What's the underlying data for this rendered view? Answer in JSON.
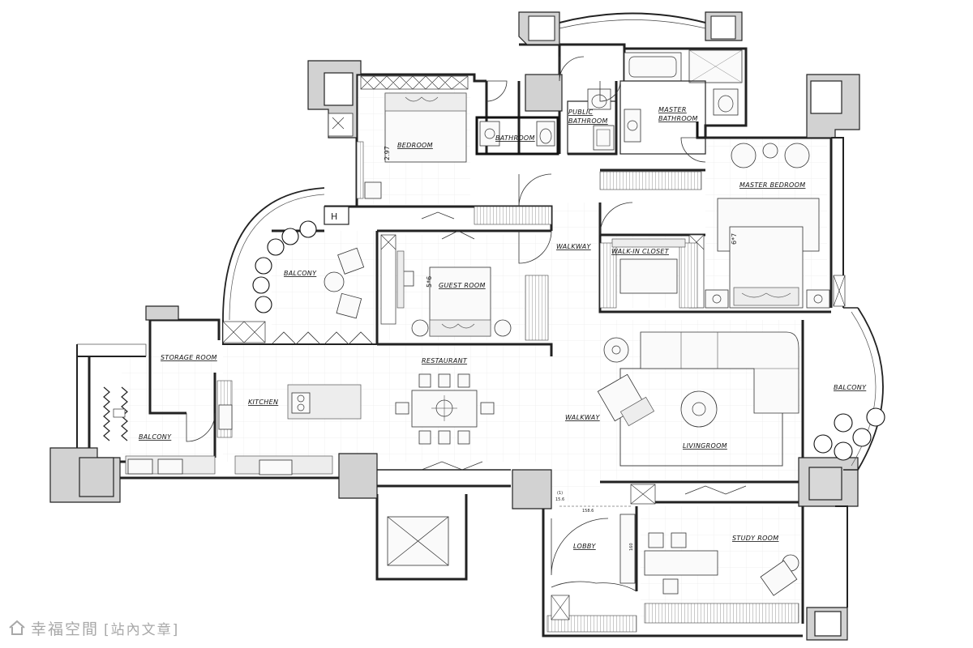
{
  "rooms": {
    "bedroom": "BEDROOM",
    "bathroom": "BATHROOM",
    "public_bathroom": [
      "PUBLIC",
      "BATHROOM"
    ],
    "master_bathroom": [
      "MASTER",
      "BATHROOM"
    ],
    "master_bedroom": "MASTER BEDROOM",
    "walkway_upper": "WALKWAY",
    "walk_in_closet": "WALK-IN CLOSET",
    "balcony_upper": "BALCONY",
    "guest_room": "GUEST ROOM",
    "restaurant": "RESTAURANT",
    "storage_room": "STORAGE ROOM",
    "kitchen": "KITCHEN",
    "walkway_lower": "WALKWAY",
    "balcony_right": "BALCONY",
    "balcony_left": "BALCONY",
    "livingroom": "LIVINGROOM",
    "lobby": "LOBBY",
    "study_room": "STUDY ROOM"
  },
  "dimensions": {
    "bedroom_bed": "2.97",
    "master_bed": "6*7",
    "guest_bed": "5*6",
    "lobby_width": "158.6",
    "lobby_height": "160",
    "lobby_left": "15.6",
    "lobby_left2": "(1)"
  },
  "watermark": {
    "brand": "幸福空間",
    "tag": "[站內文章]"
  }
}
